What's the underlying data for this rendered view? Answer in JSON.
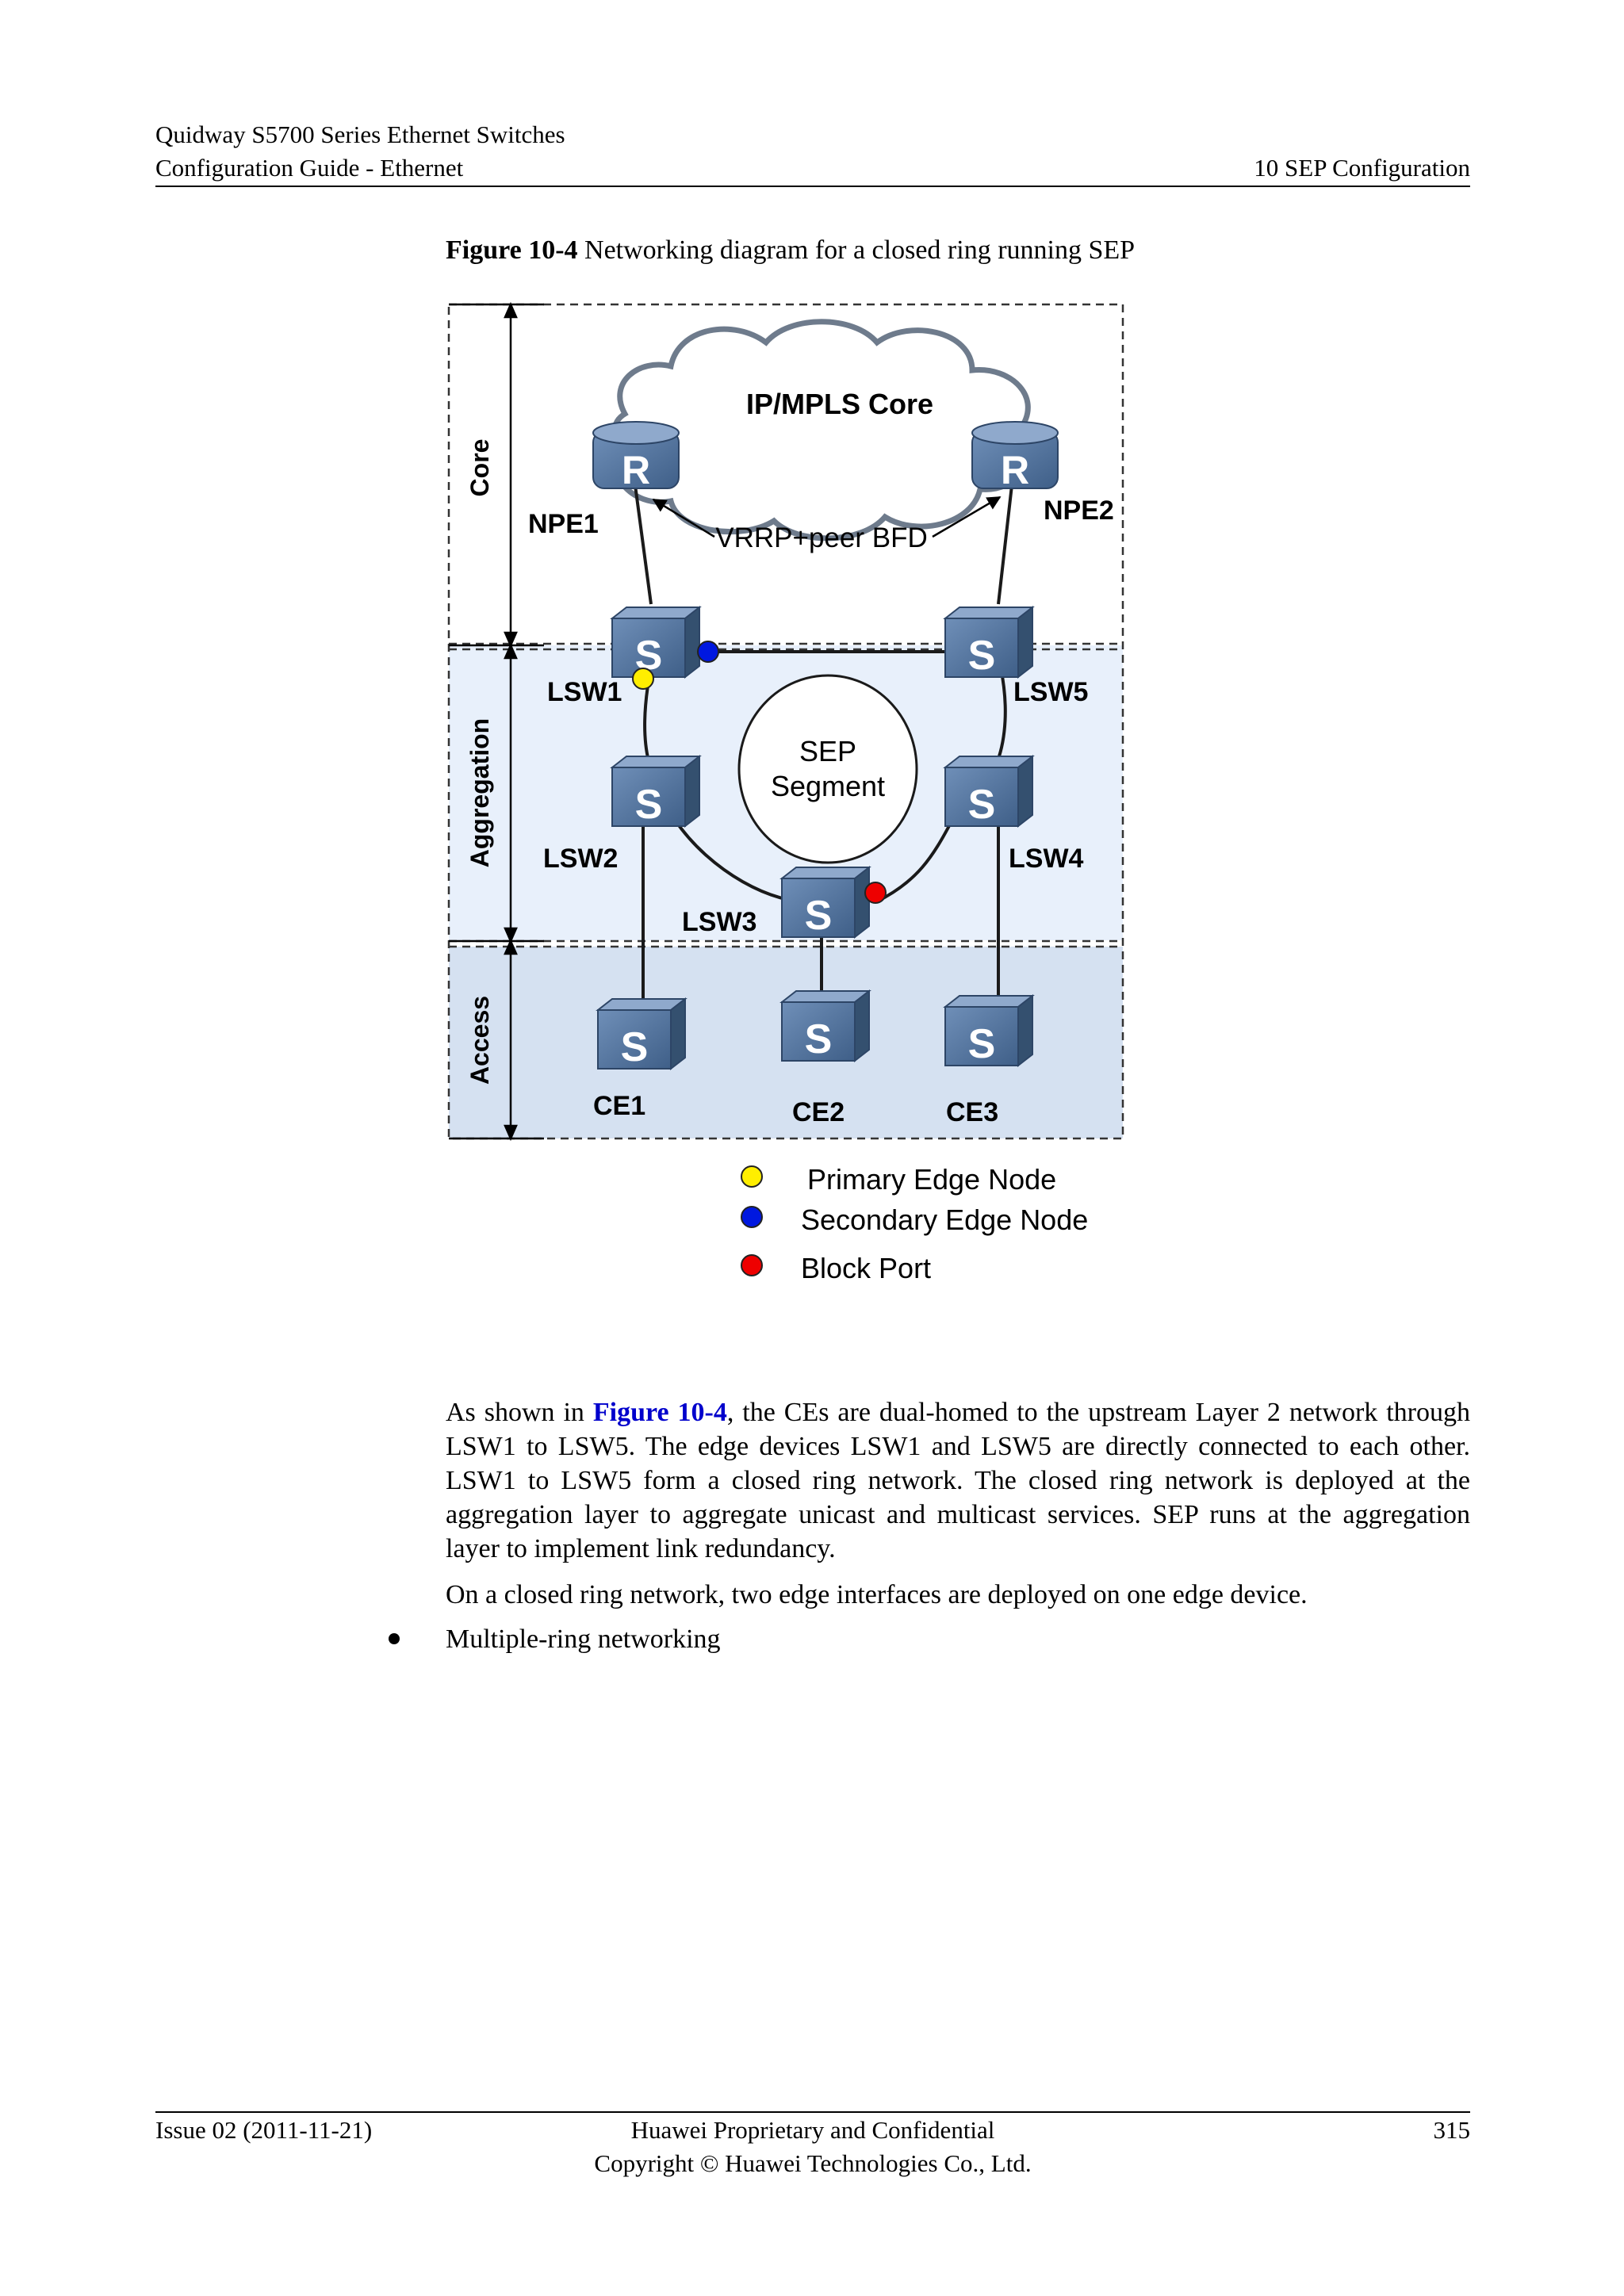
{
  "header": {
    "line1": "Quidway S5700 Series Ethernet Switches",
    "line2": "Configuration Guide - Ethernet",
    "section": "10 SEP Configuration"
  },
  "figure": {
    "number": "Figure 10-4",
    "title": "Networking diagram for a closed ring running SEP",
    "layers": {
      "core": "Core",
      "aggregation": "Aggregation",
      "access": "Access"
    },
    "cloud_label": "IP/MPLS Core",
    "vrrp_label": "VRRP+peer BFD",
    "ring_label_1": "SEP",
    "ring_label_2": "Segment",
    "devices": {
      "npe1": "NPE1",
      "npe2": "NPE2",
      "lsw1": "LSW1",
      "lsw2": "LSW2",
      "lsw3": "LSW3",
      "lsw4": "LSW4",
      "lsw5": "LSW5",
      "ce1": "CE1",
      "ce2": "CE2",
      "ce3": "CE3"
    },
    "router_glyph": "R",
    "switch_glyph": "S",
    "colors": {
      "primary_edge": "#ffee00",
      "secondary_edge": "#0018e0",
      "block_port": "#ee0000",
      "aggregation_bg": "#e8f0fb",
      "access_bg": "#d5e1f1",
      "device": "#4d6f9a"
    }
  },
  "legend": {
    "primary": "Primary Edge Node",
    "secondary": "Secondary Edge Node",
    "block": "Block Port"
  },
  "body": {
    "p1_prefix": "As shown in ",
    "p1_link": "Figure 10-4",
    "p1_rest": ", the CEs are dual-homed to the upstream Layer 2 network through LSW1 to LSW5. The edge devices LSW1 and LSW5 are directly connected to each other. LSW1 to LSW5 form a closed ring network. The closed ring network is deployed at the aggregation layer to aggregate unicast and multicast services. SEP runs at the aggregation layer to implement link redundancy.",
    "p2": "On a closed ring network, two edge interfaces are deployed on one edge device.",
    "bullet": "Multiple-ring networking"
  },
  "footer": {
    "issue": "Issue 02 (2011-11-21)",
    "line1": "Huawei Proprietary and Confidential",
    "line2": "Copyright © Huawei Technologies Co., Ltd.",
    "page": "315"
  }
}
